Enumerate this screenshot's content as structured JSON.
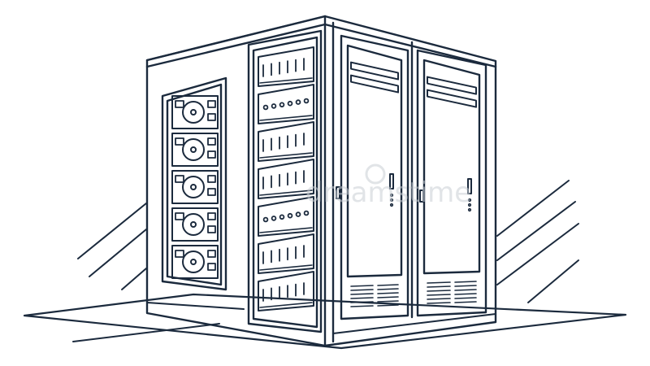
{
  "illustration": {
    "subject": "server-rack-cabinet",
    "style": "line-art",
    "colors": {
      "line": "#1b2a3d",
      "background": "#ffffff",
      "watermark": "#c9ced4"
    },
    "watermark": {
      "text": "dreamstime",
      "icon": "dreamstime-logo-icon"
    },
    "side_panel": {
      "drive_count": 5
    },
    "rack": {
      "unit_count": 7
    },
    "doors": {
      "count": 2
    }
  }
}
